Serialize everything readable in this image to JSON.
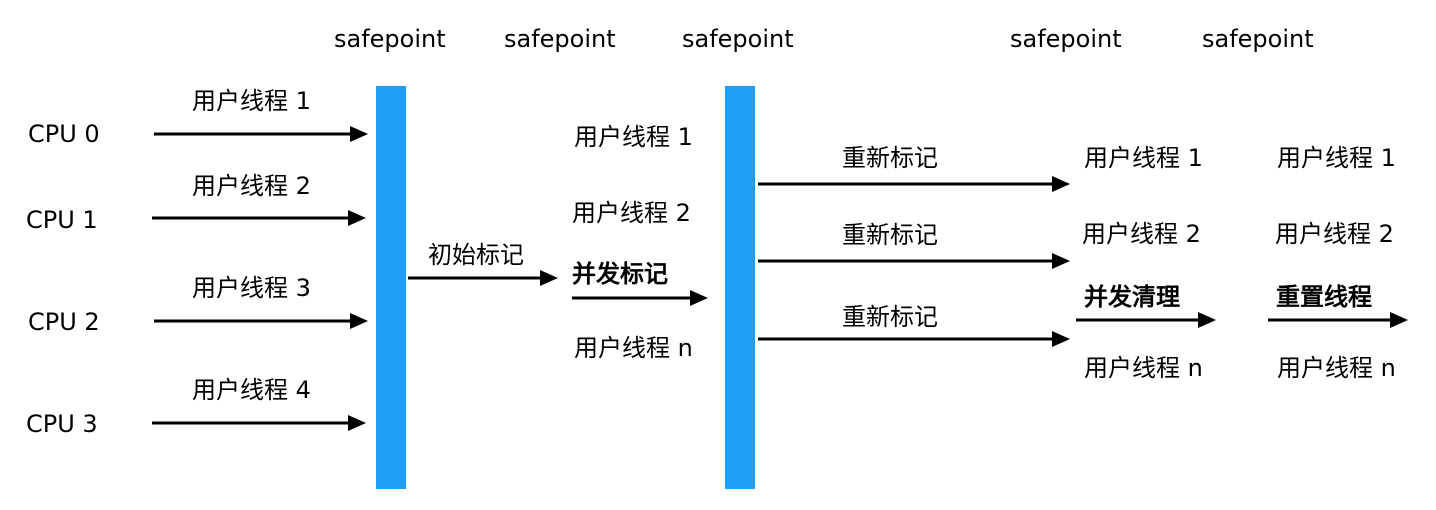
{
  "safepoints": [
    "safepoint",
    "safepoint",
    "safepoint",
    "safepoint",
    "safepoint"
  ],
  "cpus": [
    "CPU 0",
    "CPU 1",
    "CPU 2",
    "CPU 3"
  ],
  "phase1_threads": [
    "用户线程 1",
    "用户线程 2",
    "用户线程 3",
    "用户线程 4"
  ],
  "initial_mark": "初始标记",
  "concurrent_mark": "并发标记",
  "phase2_threads": [
    "用户线程 1",
    "用户线程 2",
    "用户线程 n"
  ],
  "remark_labels": [
    "重新标记",
    "重新标记",
    "重新标记"
  ],
  "phase3_threads": [
    "用户线程 1",
    "用户线程 2",
    "用户线程 n"
  ],
  "concurrent_sweep": "并发清理",
  "phase4_threads": [
    "用户线程 1",
    "用户线程 2",
    "用户线程 n"
  ],
  "reset_threads": "重置线程",
  "colors": {
    "bar": "#1e9ff5",
    "arrow": "#000000"
  }
}
